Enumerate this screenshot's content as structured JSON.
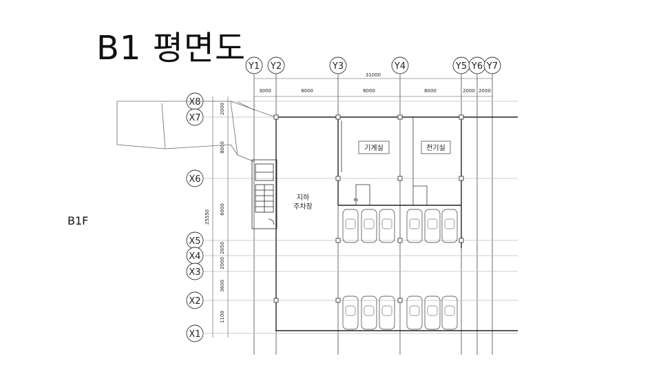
{
  "title": "B1 평면도",
  "floor_label": "B1F",
  "grid": {
    "y_axes": [
      "Y1",
      "Y2",
      "Y3",
      "Y4",
      "Y5",
      "Y6",
      "Y7"
    ],
    "x_axes": [
      "X8",
      "X7",
      "X6",
      "X5",
      "X4",
      "X3",
      "X2",
      "X1"
    ],
    "total_width_dim": "31000",
    "top_dims": [
      "3000",
      "8000",
      "8000",
      "8000",
      "2000",
      "2000"
    ],
    "total_height_dim": "25550",
    "left_dims": [
      "2000",
      "8000",
      "6000",
      "2050",
      "2000",
      "3600",
      "1100"
    ]
  },
  "rooms": {
    "machine_room": "기계실",
    "electrical_room": "전기실",
    "parking_line1": "지하",
    "parking_line2": "주차장",
    "small_note": "EV"
  }
}
